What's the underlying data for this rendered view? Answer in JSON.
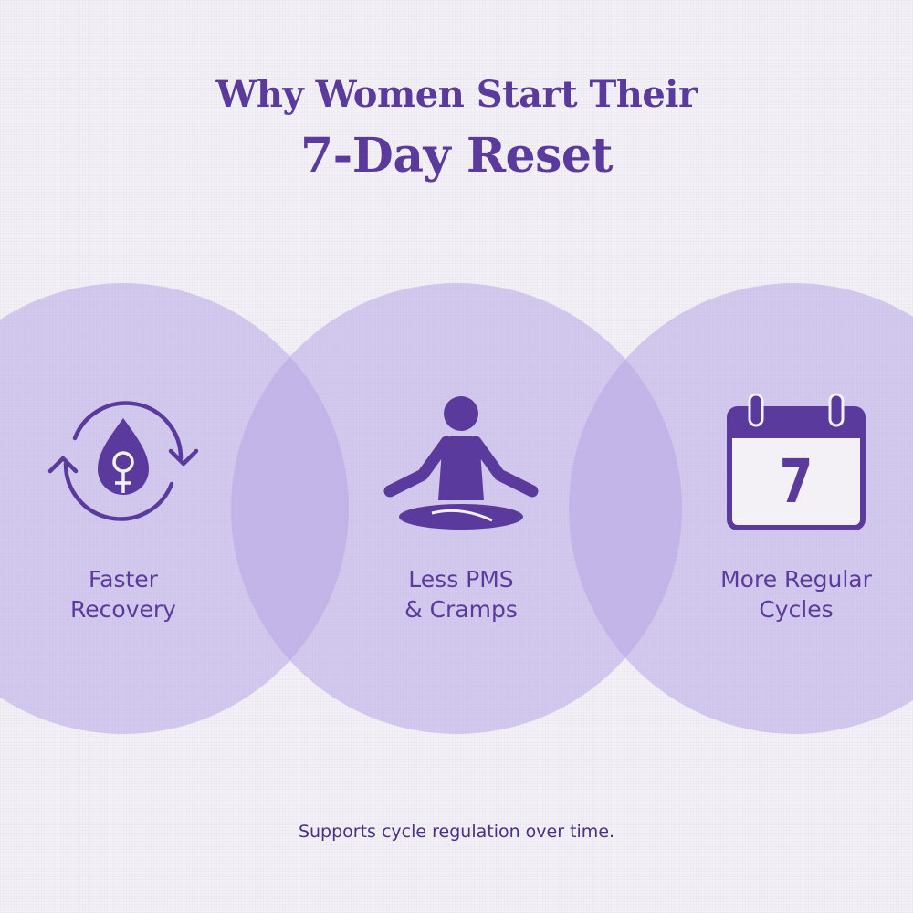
{
  "heading": {
    "line1": "Why Women Start Their",
    "line2": "7-Day Reset"
  },
  "benefits": [
    {
      "icon": "cycle-drop-female-icon",
      "line1": "Faster",
      "line2": "Recovery"
    },
    {
      "icon": "meditation-person-icon",
      "line1": "Less PMS",
      "line2": "& Cramps"
    },
    {
      "icon": "calendar-icon",
      "line1": "More Regular",
      "line2": "Cycles",
      "calendar_day": "7"
    }
  ],
  "footer": "Supports cycle regulation over time.",
  "colors": {
    "accent": "#5b3a9e",
    "circle": "#b8a6e6",
    "background": "#f3f1f6"
  }
}
